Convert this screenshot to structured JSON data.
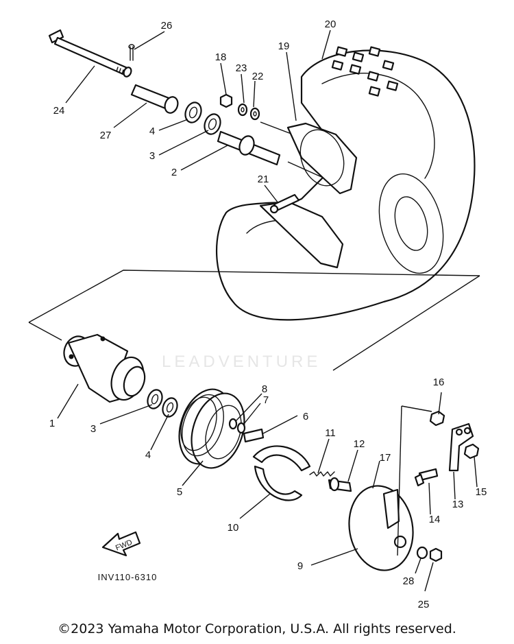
{
  "diagram_code": "INV110-6310",
  "direction_badge": "FWD",
  "watermark": "LEADVENTURE",
  "copyright": "©2023 Yamaha Motor Corporation, U.S.A. All rights reserved.",
  "callouts": {
    "c1": "1",
    "c2": "2",
    "c3a": "3",
    "c3b": "3",
    "c4a": "4",
    "c4b": "4",
    "c5": "5",
    "c6": "6",
    "c7": "7",
    "c8": "8",
    "c9": "9",
    "c10": "10",
    "c11": "11",
    "c12": "12",
    "c13": "13",
    "c14": "14",
    "c15": "15",
    "c16": "16",
    "c17": "17",
    "c18": "18",
    "c19": "19",
    "c20": "20",
    "c21": "21",
    "c22": "22",
    "c23": "23",
    "c24": "24",
    "c25": "25",
    "c26": "26",
    "c27": "27",
    "c28": "28"
  },
  "colors": {
    "ink": "#111111",
    "paper": "#ffffff",
    "watermark": "#e6e6e6"
  }
}
